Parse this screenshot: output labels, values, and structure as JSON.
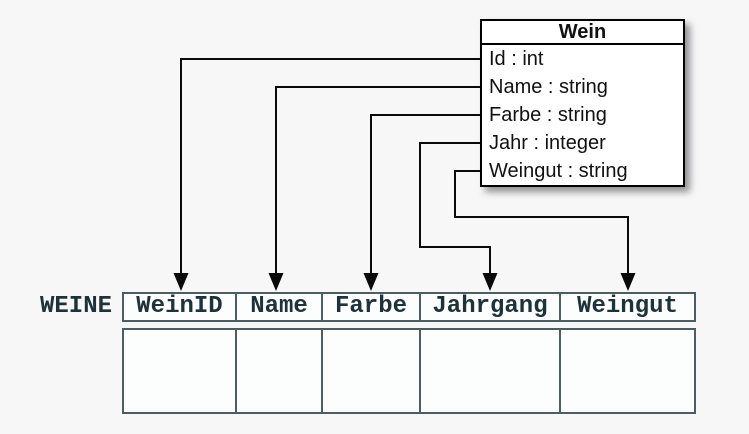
{
  "colors": {
    "background": "#f7f7f8",
    "line": "#0a0a0a",
    "box-border": "#000000",
    "box-fill": "#ffffff",
    "box-text": "#111111",
    "table-border": "#4c5d63",
    "table-text": "#1e3339",
    "cell-fill": "#fcfdfd"
  },
  "class_box": {
    "title": "Wein",
    "attributes": [
      "Id : int",
      "Name : string",
      "Farbe : string",
      "Jahr : integer",
      "Weingut : string"
    ]
  },
  "table": {
    "label": "WEINE",
    "columns": [
      "WeinID",
      "Name",
      "Farbe",
      "Jahrgang",
      "Weingut"
    ],
    "empty_row_count": 1
  },
  "connections": [
    {
      "from": "Id",
      "to": "WeinID"
    },
    {
      "from": "Name",
      "to": "Name"
    },
    {
      "from": "Farbe",
      "to": "Farbe"
    },
    {
      "from": "Jahr",
      "to": "Jahrgang"
    },
    {
      "from": "Weingut",
      "to": "Weingut"
    }
  ]
}
